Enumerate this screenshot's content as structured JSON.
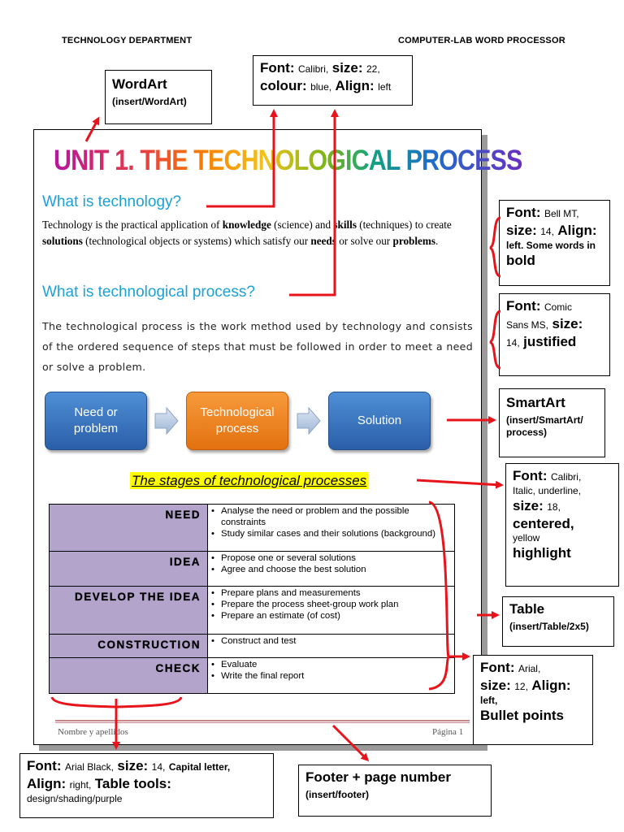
{
  "header": {
    "left": "TECHNOLOGY DEPARTMENT",
    "right": "COMPUTER-LAB WORD PROCESSOR"
  },
  "callouts": {
    "wordart": {
      "title": "WordArt",
      "sub": "(insert/WordArt)"
    },
    "calibri": {
      "k1": "Font:",
      "v1": "Calibri,",
      "k2": "size:",
      "v2": "22,",
      "k3": "colour:",
      "v3": "blue,",
      "k4": "Align:",
      "v4": "left"
    },
    "bellmt": {
      "k1": "Font:",
      "v1": "Bell MT,",
      "k2": "size:",
      "v2": "14,",
      "k3": "Align:",
      "v3": "left. Some words in",
      "k4": "bold"
    },
    "comic": {
      "k1": "Font:",
      "v1": "Comic",
      "v2": "Sans MS,",
      "k2": "size:",
      "v3": "14,",
      "k3": "justified"
    },
    "smartart": {
      "title": "SmartArt",
      "l1": "(insert/SmartArt/",
      "l2": "process)"
    },
    "calibri_italic": {
      "k1": "Font:",
      "v1": "Calibri,",
      "v2": "Italic, underline,",
      "k2": "size:",
      "v3": "18,",
      "k3": "centered,",
      "v4": "yellow",
      "k4": "highlight"
    },
    "table": {
      "title": "Table",
      "sub": "(insert/Table/2x5)"
    },
    "arial": {
      "k1": "Font:",
      "v1": "Arial,",
      "k2": "size:",
      "v2": "12,",
      "k3": "Align:",
      "v3": "left,",
      "k4": "Bullet points"
    },
    "arialblack": {
      "k1": "Font:",
      "v1": "Arial Black,",
      "k2": "size:",
      "v2": "14,",
      "v3": "Capital letter,",
      "k3": "Align:",
      "v4": "right,",
      "k4": "Table tools:",
      "v5": "design/shading/purple"
    },
    "footer": {
      "title": "Footer + page number",
      "sub": "(insert/footer)"
    }
  },
  "document": {
    "wordart": "UNIT 1. THE TECHNOLOGICAL PROCESS",
    "h1": "What is technology?",
    "p1": {
      "t1": "Technology is the practical application of ",
      "b1": "knowledge",
      "t2": " (science) and ",
      "b2": "skills",
      "t3": " (techniques) to create ",
      "b3": "solutions",
      "t4": " (technological objects or systems) which satisfy our ",
      "b4": "needs",
      "t5": " or solve our ",
      "b5": "problems",
      "t6": "."
    },
    "h2": "What is technological process?",
    "p2": "The technological process is the work method used by technology and consists of the ordered sequence of steps that must be followed in order to meet a need or solve a problem.",
    "smartart": [
      "Need or problem",
      "Technological process",
      "Solution"
    ],
    "stages_title": "The stages of technological processes",
    "table": [
      {
        "stage": "NEED",
        "items": [
          "Analyse the need or problem and the possible constraints",
          "Study similar cases and their solutions (background)"
        ]
      },
      {
        "stage": "IDEA",
        "items": [
          "Propose one or several solutions",
          "Agree and choose the best solution"
        ]
      },
      {
        "stage": "DEVELOP THE IDEA",
        "items": [
          "Prepare plans and measurements",
          "Prepare the process sheet-group work plan",
          "Prepare an estimate (of cost)"
        ]
      },
      {
        "stage": "CONSTRUCTION",
        "items": [
          "Construct and test"
        ]
      },
      {
        "stage": "CHECK",
        "items": [
          "Evaluate",
          "Write the final report"
        ]
      }
    ],
    "footer_left": "Nombre y apellidos",
    "footer_right": "Página 1"
  },
  "colors": {
    "heading": "#1ba1d8",
    "arrow": "#e8141c",
    "table_shading": "#b3a4cc",
    "highlight": "#ffff00"
  }
}
